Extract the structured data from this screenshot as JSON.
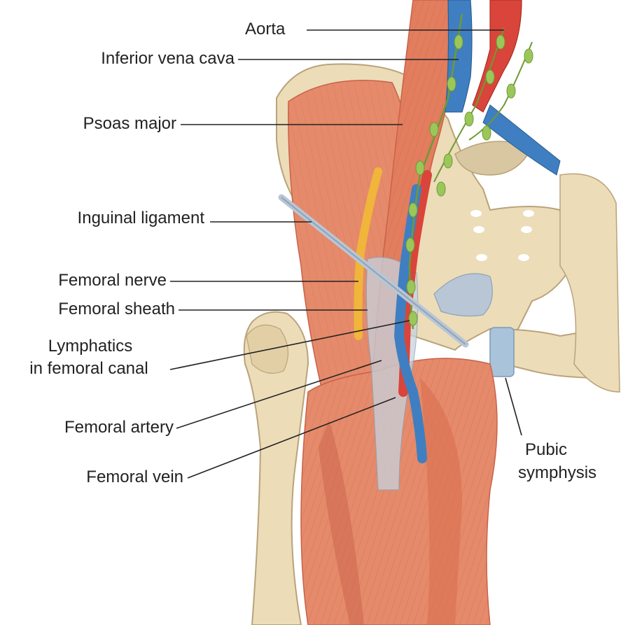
{
  "labels": {
    "aorta": "Aorta",
    "inferior_vena_cava": "Inferior vena cava",
    "psoas_major": "Psoas major",
    "inguinal_ligament": "Inguinal ligament",
    "femoral_nerve": "Femoral nerve",
    "femoral_sheath": "Femoral sheath",
    "lymphatics_line1": "Lymphatics",
    "lymphatics_line2": "in femoral canal",
    "femoral_artery": "Femoral artery",
    "femoral_vein": "Femoral vein",
    "pubic_line1": "Pubic",
    "pubic_line2": "symphysis"
  },
  "colors": {
    "muscle": "#e58a6a",
    "muscle_dark": "#c9624a",
    "bone": "#ecdcb8",
    "bone_shadow": "#cdb890",
    "artery": "#d9453a",
    "vein": "#3f7fc1",
    "nerve": "#f0b53a",
    "lymph": "#9bc75a",
    "ligament": "#b8c6d6",
    "cartilage": "#a9c3da",
    "text": "#222222"
  }
}
